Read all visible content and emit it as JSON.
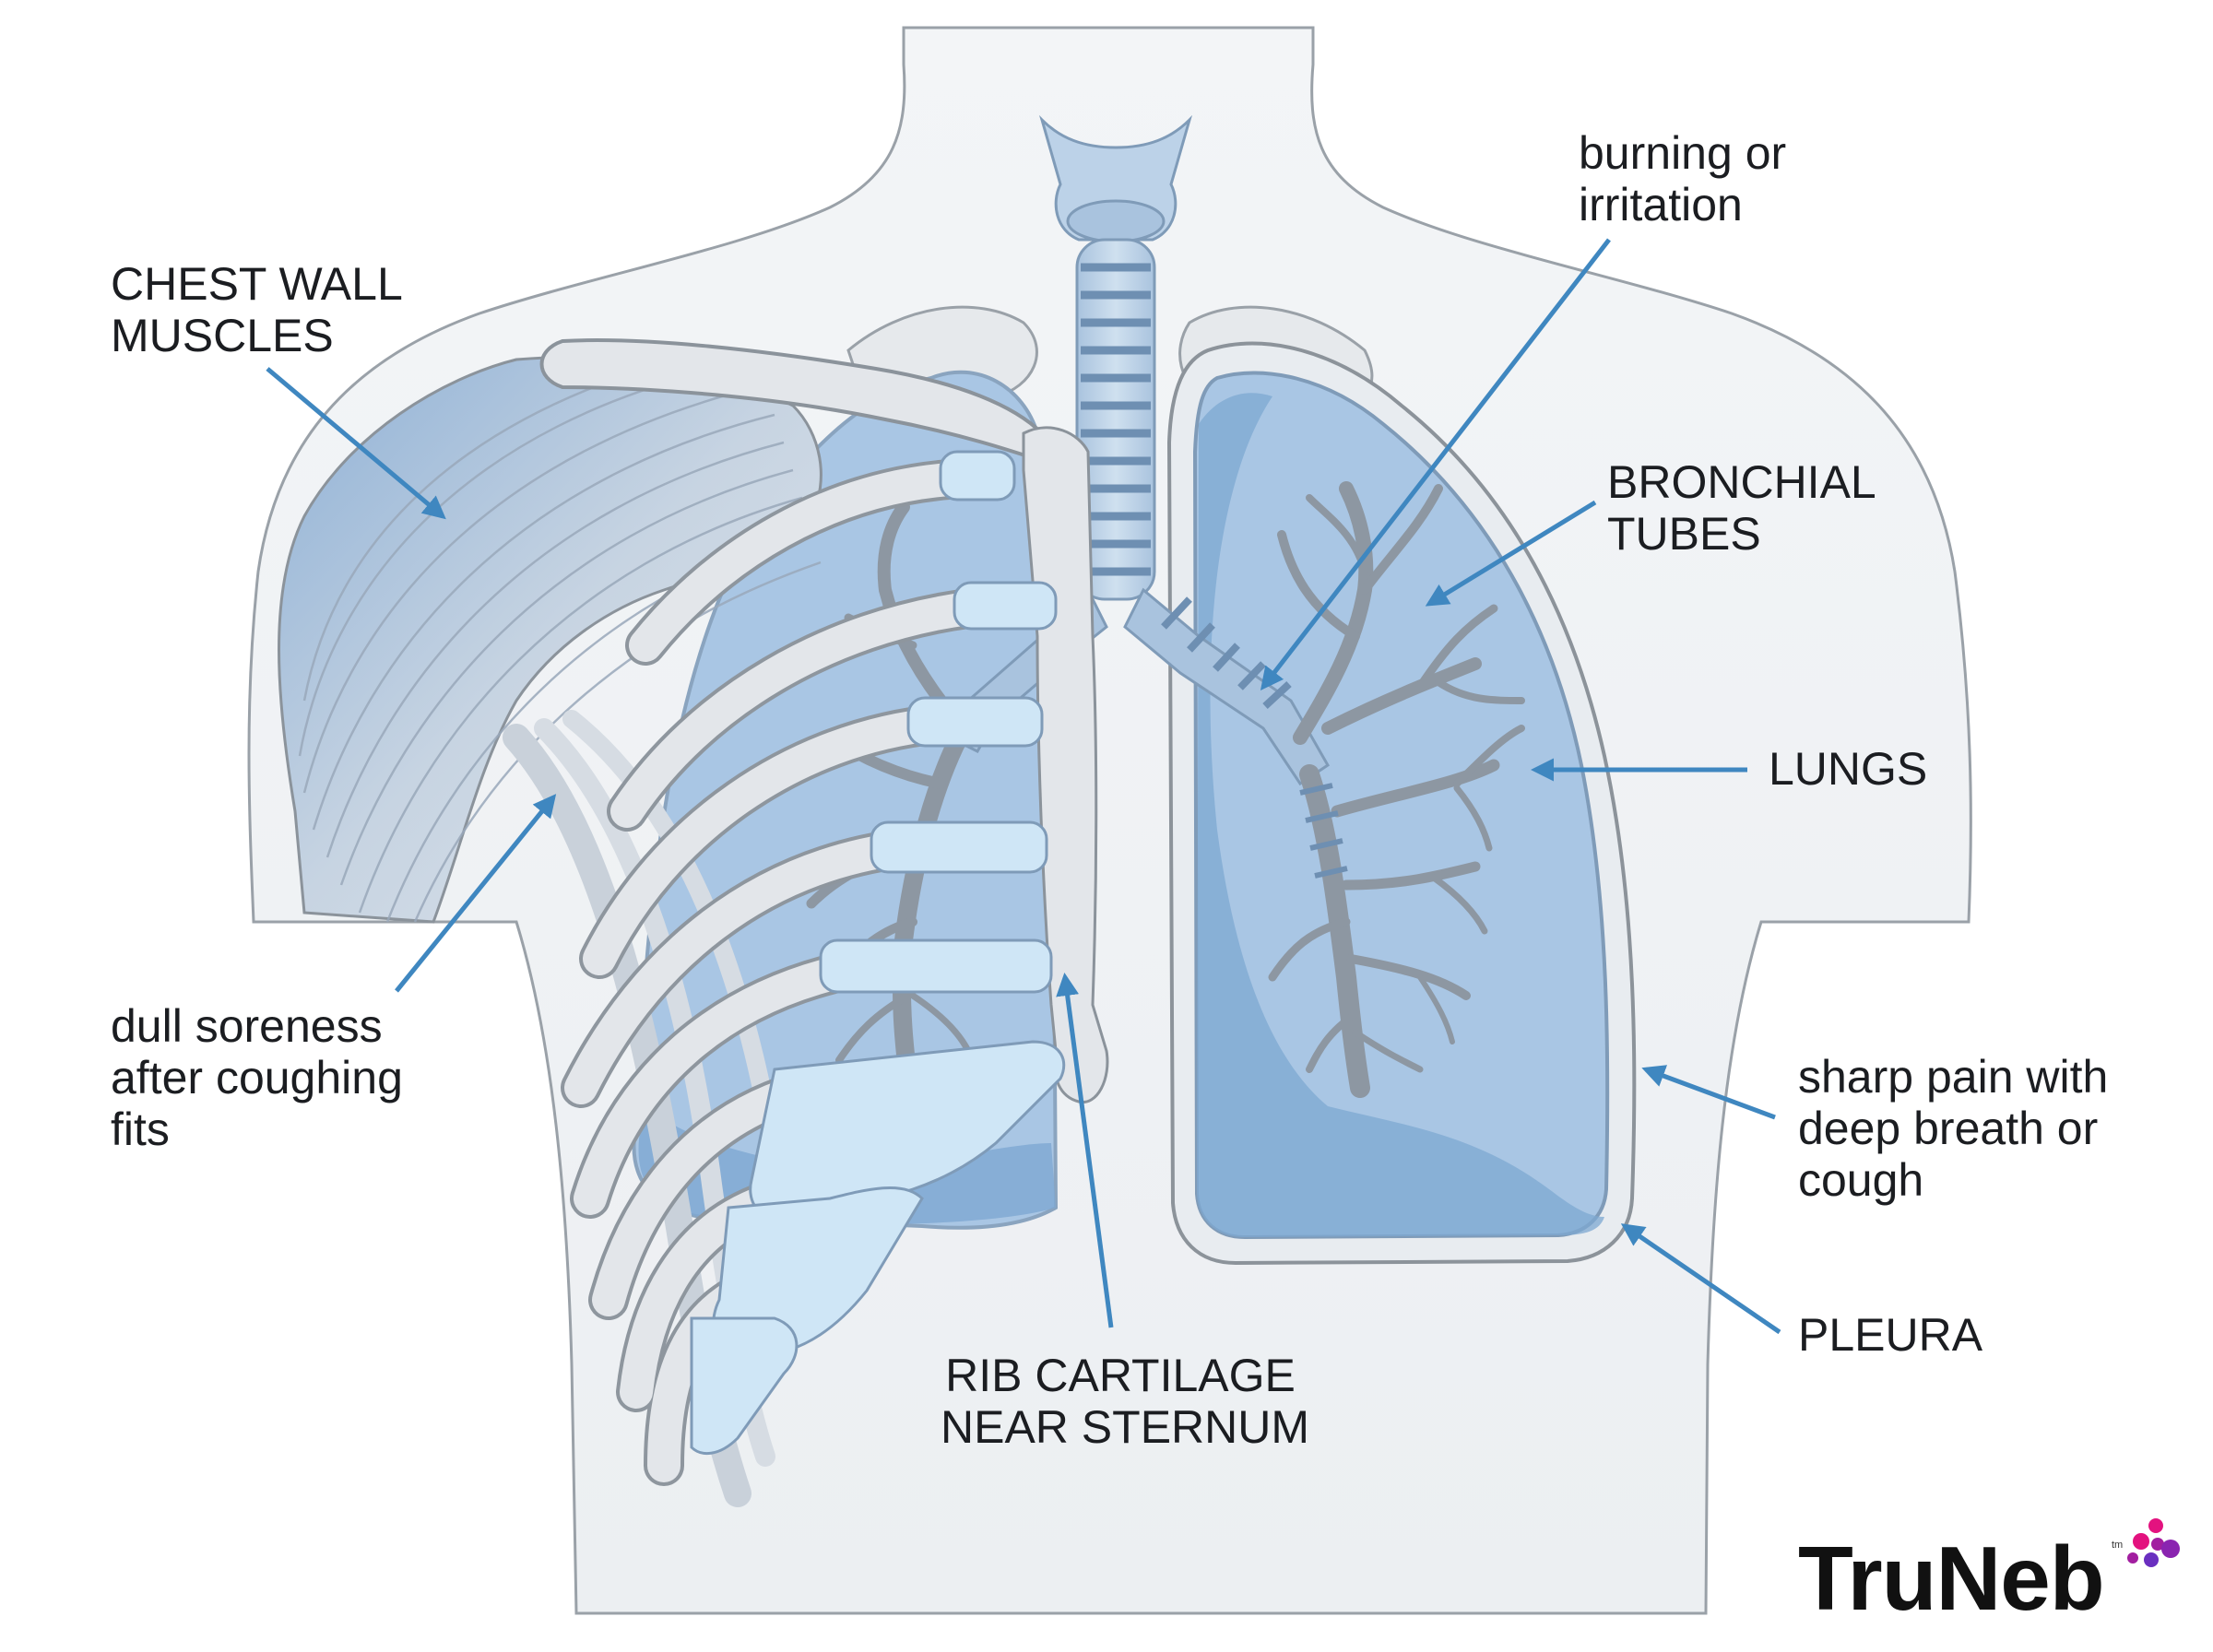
{
  "labels": {
    "chest_wall": [
      "CHEST WALL",
      "MUSCLES"
    ],
    "burning": [
      "burning or",
      "irritation"
    ],
    "bronchial": [
      "BRONCHIAL",
      "TUBES"
    ],
    "lungs": [
      "LUNGS"
    ],
    "dull_soreness": [
      "dull soreness",
      "after coughing",
      "fits"
    ],
    "sharp_pain": [
      "sharp pain with",
      "deep breath or",
      "cough"
    ],
    "pleura": [
      "PLEURA"
    ],
    "rib_cartilage": [
      "RIB CARTILAGE",
      "NEAR STERNUM"
    ]
  },
  "brand": {
    "name": "TruNeb",
    "tm": "tm"
  },
  "colors": {
    "arrow": "#3f87c0",
    "lung": "#a9c6e4",
    "lung_dark": "#7ea8d2",
    "bone": "#e3e6ea",
    "cartilage": "#cfe6f6",
    "body": "#f1f3f5",
    "outline": "#8b939b",
    "brand_dots": [
      "#e3127f",
      "#a21ea0",
      "#6a2fc0"
    ]
  }
}
